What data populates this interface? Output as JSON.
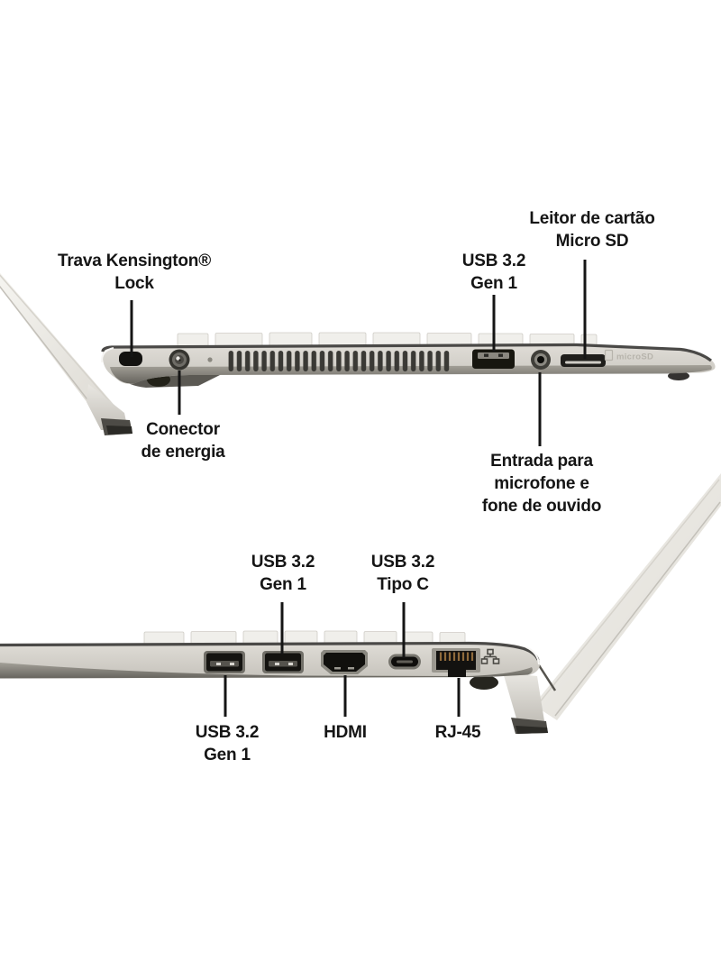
{
  "views": {
    "left_side": {
      "title_hint": "laptop left side ports",
      "labels": {
        "kensington": {
          "lines": [
            "Trava Kensington®",
            "Lock"
          ]
        },
        "power": {
          "lines": [
            "Conector",
            "de energia"
          ]
        },
        "usb": {
          "lines": [
            "USB 3.2",
            "Gen 1"
          ]
        },
        "audio": {
          "lines": [
            "Entrada para",
            "microfone e",
            "fone de ouvido"
          ]
        },
        "microsd": {
          "lines": [
            "Leitor de cartão",
            "Micro SD"
          ]
        },
        "etched_microsd": "microSD"
      }
    },
    "right_side": {
      "title_hint": "laptop right side ports",
      "labels": {
        "usb_gen1_upper": {
          "lines": [
            "USB 3.2",
            "Gen 1"
          ]
        },
        "usb_typec": {
          "lines": [
            "USB 3.2",
            "Tipo C"
          ]
        },
        "usb_gen1_lower": {
          "lines": [
            "USB 3.2",
            "Gen 1"
          ]
        },
        "hdmi": {
          "lines": [
            "HDMI"
          ]
        },
        "rj45": {
          "lines": [
            "RJ-45"
          ]
        }
      }
    }
  },
  "colors": {
    "label_text": "#151515",
    "leader_line": "#151515",
    "body_light": "#dcd9d3",
    "body_dark": "#c7c4bd",
    "underside": "#5e5c55",
    "lid_light": "#f4f3ef",
    "port_dark": "#131210",
    "background": "#ffffff"
  }
}
